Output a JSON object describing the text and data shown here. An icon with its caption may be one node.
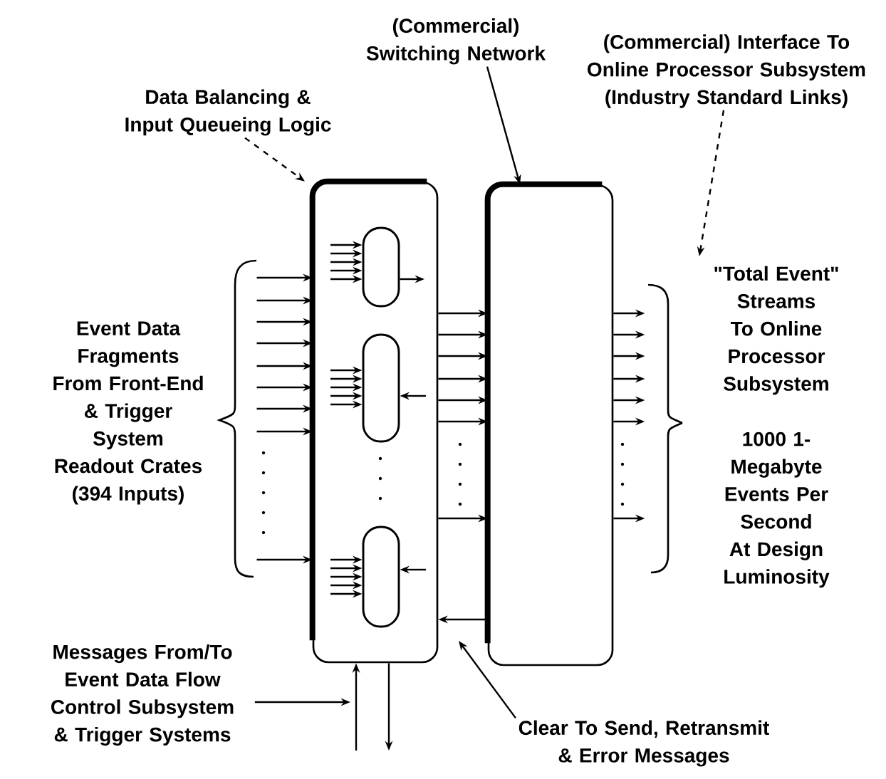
{
  "diagram": {
    "nodes": [
      {
        "text": [
          "Data Balancing & Input Queueing Logic"
        ]
      },
      {
        "text": [
          "(Commercial) Switching Network"
        ]
      },
      {
        "text": [
          "(Commercial) Interface To Online Processor Subsystem (Industry Standard Links)"
        ]
      },
      {
        "text": [],
        "shape": "box"
      },
      {
        "text": [],
        "shape": "box"
      },
      {
        "text": [],
        "shape": "pill",
        "in": 3
      },
      {
        "text": [],
        "shape": "pill",
        "in": 3
      },
      {
        "text": [],
        "shape": "pill",
        "in": 3
      },
      {
        "text": [
          "Event Data Fragments From Front-End & Trigger System Readout Crates (394 Inputs)"
        ]
      },
      {
        "text": [
          "\"Total Event\" Streams To Online Processor Subsystem"
        ]
      },
      {
        "text": [
          "1000 1-Megabyte Events Per Second At Design Luminosity"
        ]
      },
      {
        "text": [
          "Messages From/To Event Data Flow Control Subsystem & Trigger Systems"
        ]
      },
      {
        "text": [
          "Clear To Send, Retransmit & Error Messages"
        ]
      }
    ],
    "edges": [
      {
        "from": 0,
        "to": 3,
        "arrow": "to",
        "style": "dashed"
      },
      {
        "from": 1,
        "to": 4,
        "arrow": "to"
      },
      {
        "from": 2,
        "to": 9,
        "arrow": "to",
        "style": "dashed"
      },
      {
        "from": 8,
        "to": 3,
        "arrow": "to"
      },
      {
        "from": 8,
        "to": 3,
        "arrow": "to"
      },
      {
        "from": 8,
        "to": 3,
        "arrow": "to"
      },
      {
        "from": 8,
        "to": 3,
        "arrow": "to"
      },
      {
        "from": 8,
        "to": 3,
        "arrow": "to"
      },
      {
        "from": 8,
        "to": 3,
        "arrow": "to"
      },
      {
        "from": 8,
        "to": 3,
        "arrow": "to"
      },
      {
        "from": 8,
        "to": 3,
        "arrow": "to"
      },
      {
        "from": 8,
        "to": 3,
        "arrow": "to"
      },
      {
        "from": null,
        "to": 5,
        "arrow": "to"
      },
      {
        "from": null,
        "to": 5,
        "arrow": "to"
      },
      {
        "from": null,
        "to": 5,
        "arrow": "to"
      },
      {
        "from": null,
        "to": 5,
        "arrow": "to"
      },
      {
        "from": null,
        "to": 5,
        "arrow": "to"
      },
      {
        "from": null,
        "to": 6,
        "arrow": "to"
      },
      {
        "from": null,
        "to": 6,
        "arrow": "to"
      },
      {
        "from": null,
        "to": 6,
        "arrow": "to"
      },
      {
        "from": null,
        "to": 6,
        "arrow": "to"
      },
      {
        "from": null,
        "to": 6,
        "arrow": "to"
      },
      {
        "from": null,
        "to": 7,
        "arrow": "to"
      },
      {
        "from": null,
        "to": 7,
        "arrow": "to"
      },
      {
        "from": null,
        "to": 7,
        "arrow": "to"
      },
      {
        "from": null,
        "to": 7,
        "arrow": "to"
      },
      {
        "from": null,
        "to": 7,
        "arrow": "to"
      },
      {
        "from": 5,
        "to": null,
        "arrow": "to"
      },
      {
        "from": null,
        "to": 6,
        "arrow": "to"
      },
      {
        "from": null,
        "to": 7,
        "arrow": "to"
      },
      {
        "from": 3,
        "to": 4,
        "arrow": "to"
      },
      {
        "from": 3,
        "to": 4,
        "arrow": "to"
      },
      {
        "from": 3,
        "to": 4,
        "arrow": "to"
      },
      {
        "from": 3,
        "to": 4,
        "arrow": "to"
      },
      {
        "from": 3,
        "to": 4,
        "arrow": "to"
      },
      {
        "from": 3,
        "to": 4,
        "arrow": "to"
      },
      {
        "from": 3,
        "to": 4,
        "arrow": "to"
      },
      {
        "from": 4,
        "to": 9,
        "arrow": "to"
      },
      {
        "from": 4,
        "to": 9,
        "arrow": "to"
      },
      {
        "from": 4,
        "to": 9,
        "arrow": "to"
      },
      {
        "from": 4,
        "to": 9,
        "arrow": "to"
      },
      {
        "from": 4,
        "to": 9,
        "arrow": "to"
      },
      {
        "from": 4,
        "to": 9,
        "arrow": "to"
      },
      {
        "from": 4,
        "to": 10,
        "arrow": "to"
      },
      {
        "from": 4,
        "to": 3,
        "arrow": "to"
      },
      {
        "from": 12,
        "to": null,
        "arrow": "to"
      },
      {
        "from": 11,
        "to": null,
        "arrow": "to"
      },
      {
        "from": null,
        "to": 3,
        "arrow": "to"
      },
      {
        "from": 3,
        "to": null,
        "arrow": "to"
      }
    ]
  }
}
